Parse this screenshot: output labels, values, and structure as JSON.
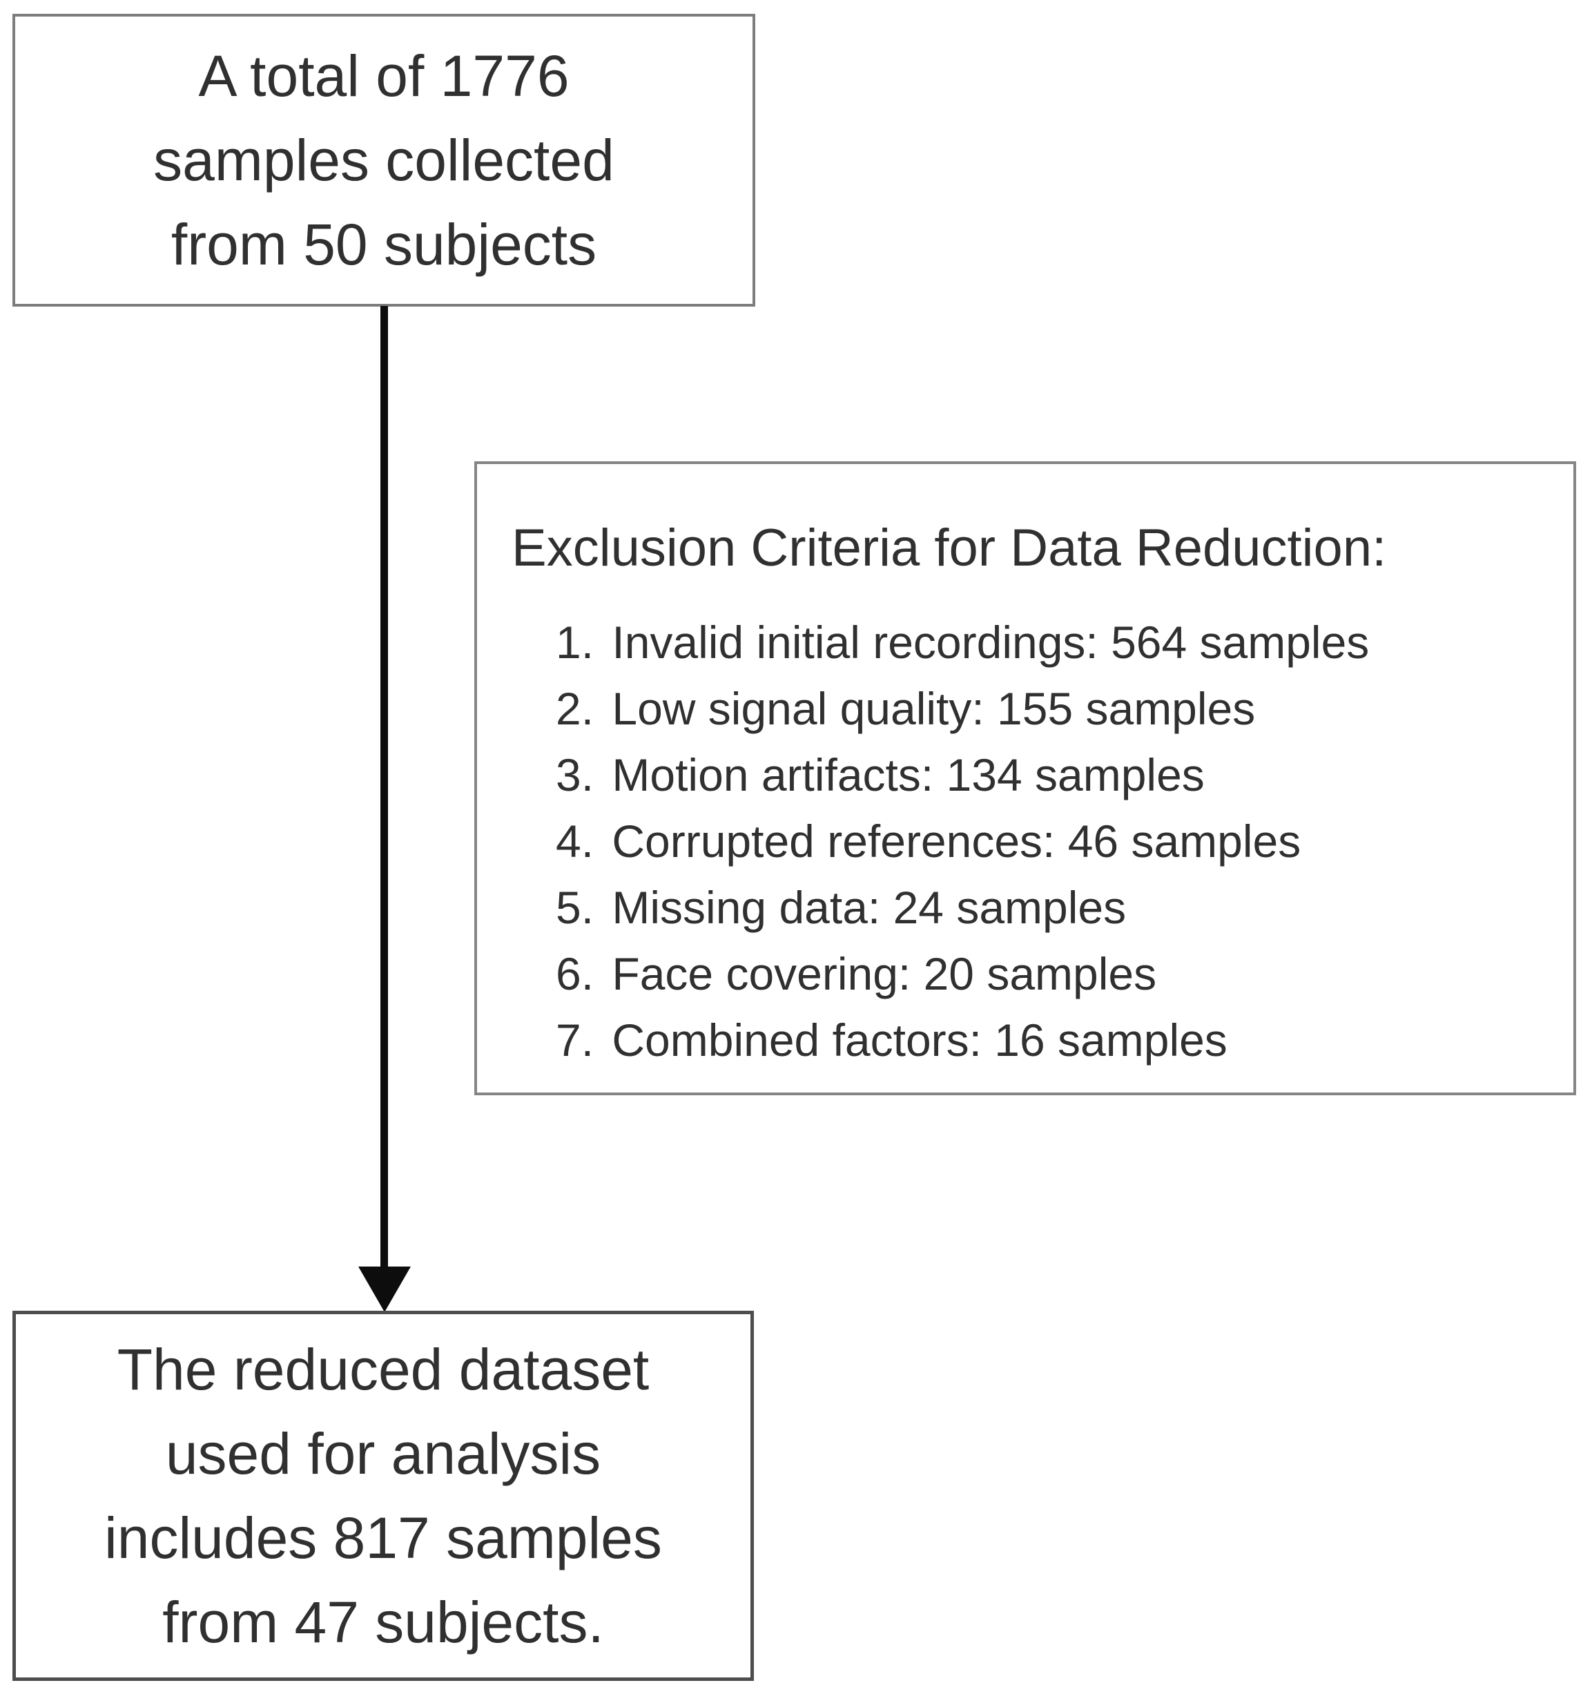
{
  "top_box": {
    "lines": {
      "0": "A total of 1776",
      "1": "samples collected",
      "2": "from 50 subjects"
    }
  },
  "exclusion_box": {
    "title": "Exclusion Criteria for Data Reduction:",
    "items": {
      "0": {
        "number": "1.",
        "text": "Invalid initial recordings: 564 samples"
      },
      "1": {
        "number": "2.",
        "text": "Low signal quality: 155 samples"
      },
      "2": {
        "number": "3.",
        "text": "Motion artifacts: 134 samples"
      },
      "3": {
        "number": "4.",
        "text": "Corrupted references: 46 samples"
      },
      "4": {
        "number": "5.",
        "text": "Missing data: 24 samples"
      },
      "5": {
        "number": "6.",
        "text": "Face covering: 20 samples"
      },
      "6": {
        "number": "7.",
        "text": "Combined factors: 16 samples"
      }
    }
  },
  "bottom_box": {
    "lines": {
      "0": "The reduced dataset",
      "1": "used for analysis",
      "2": "includes 817 samples",
      "3": "from 47 subjects."
    }
  },
  "colors": {
    "box_border_light": "#7d7d7d",
    "box_border_dark": "#4d4d4d",
    "text": "#303030",
    "arrow": "#0d0d0d",
    "background": "#ffffff"
  }
}
